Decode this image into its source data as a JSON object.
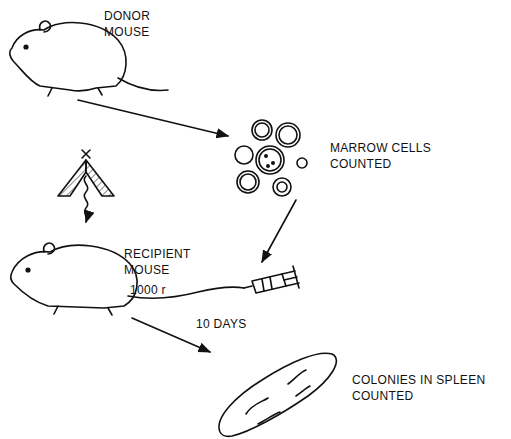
{
  "diagram": {
    "labels": [
      "DONOR MOUSE",
      "MARROW CELLS COUNTED",
      "RECIPIENT MOUSE",
      "1000 r",
      "10 DAYS",
      "COLONIES IN SPLEEN COUNTED"
    ]
  }
}
